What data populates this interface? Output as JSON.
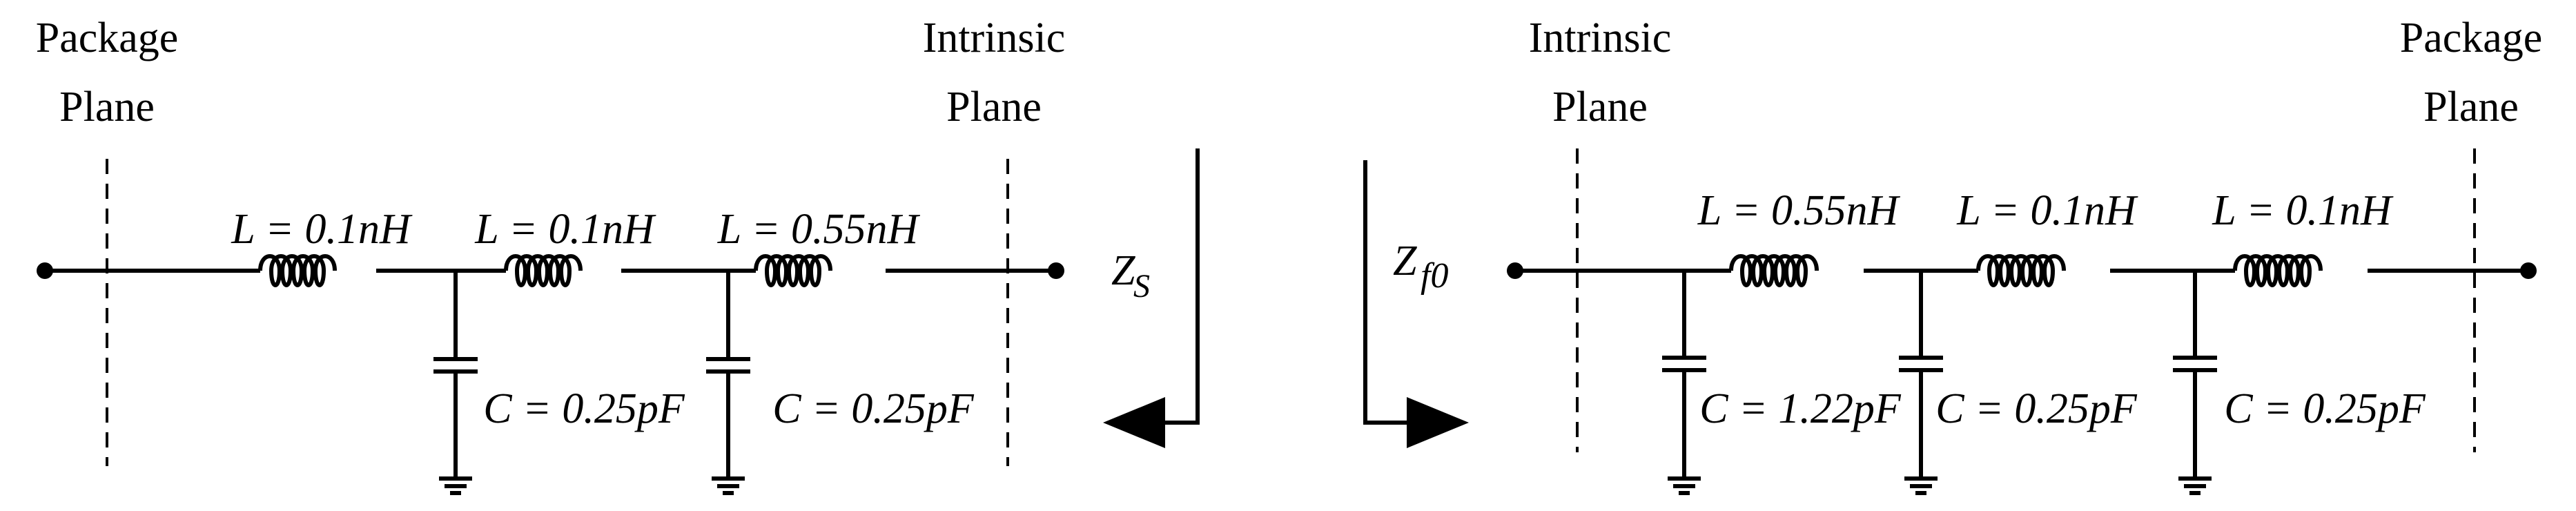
{
  "left_circuit": {
    "package_plane": [
      "Package",
      "Plane"
    ],
    "intrinsic_plane": [
      "Intrinsic",
      "Plane"
    ],
    "impedance_label": "Z",
    "impedance_sub": "S",
    "inductors": [
      "L = 0.1nH",
      "L = 0.1nH",
      "L = 0.55nH"
    ],
    "capacitors": [
      "C = 0.25pF",
      "C = 0.25pF"
    ]
  },
  "right_circuit": {
    "intrinsic_plane": [
      "Intrinsic",
      "Plane"
    ],
    "package_plane": [
      "Package",
      "Plane"
    ],
    "impedance_label": "Z",
    "impedance_sub": "f0",
    "inductors": [
      "L = 0.55nH",
      "L = 0.1nH",
      "L = 0.1nH"
    ],
    "capacitors": [
      "C = 1.22pF",
      "C = 0.25pF",
      "C = 0.25pF"
    ]
  }
}
